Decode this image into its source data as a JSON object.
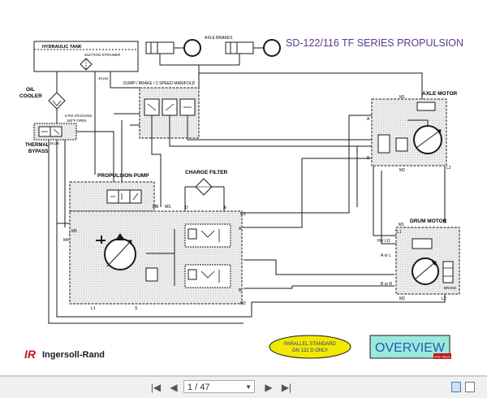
{
  "diagram": {
    "title": "SD-122/116 TF SERIES PROPULSION",
    "labels": {
      "axle_brakes": "AXLE BRAKES",
      "hydraulic_tank": "HYDRAULIC TANK",
      "suction_strainer": "SUCTION STRAINER",
      "oil_cooler_1": "OIL",
      "oil_cooler_2": "COOLER",
      "cracking_1": "5 PSI CRACKING",
      "cracking_2": "180°F OPEN",
      "psi_25": "25 psi",
      "thermal_1": "THERMAL",
      "thermal_2": "BYPASS",
      "psi_10": "10 psi",
      "manifold": "DUMP / BRAKE / 2 SPEED MANIFOLD",
      "axle_motor": "AXLE MOTOR",
      "propulsion_pump": "PROPULSION PUMP",
      "charge_filter": "CHARGE FILTER",
      "drum_motor": "DRUM MOTOR",
      "brake": "BRAKE",
      "port_m1_axle": "M1",
      "port_m2_axle": "M2",
      "port_a_axle": "A",
      "port_b_axle": "B",
      "port_l2_axle": "L2",
      "port_mb": "MB",
      "port_ms": "MS",
      "port_d": "D",
      "port_e": "E",
      "port_m1_pump": "M1",
      "port_a_pump": "A",
      "port_b_pump": "B",
      "port_m2_pump": "M2",
      "port_m4": "M4",
      "port_m5": "M5",
      "port_l1": "L1",
      "port_s": "S",
      "port_m1_drum": "M1",
      "port_m2_drum": "M2",
      "port_l1_drum": "L1",
      "port_l2_drum": "L2",
      "port_hilo": "Hi / LO",
      "port_aorl": "A or L",
      "port_borr": "B or R"
    },
    "parallel_note_1": "PARALLEL STANDARD",
    "parallel_note_2": "ON 122 D ONLY",
    "overview_label": "OVERVIEW",
    "overview_tag": "Dwn Steps",
    "brand": "Ingersoll-Rand",
    "brand_mark": "IR"
  },
  "toolbar": {
    "first": "|◀",
    "prev": "◀",
    "page_display": "1 / 47",
    "next": "▶",
    "last": "▶|"
  },
  "colors": {
    "line": "#1a1a1a",
    "title": "#5a3a8a",
    "parallel_fill": "#f2e800",
    "overview_fill": "#9be8de",
    "overview_text": "#1d5fae",
    "brand": "#c4161c"
  }
}
